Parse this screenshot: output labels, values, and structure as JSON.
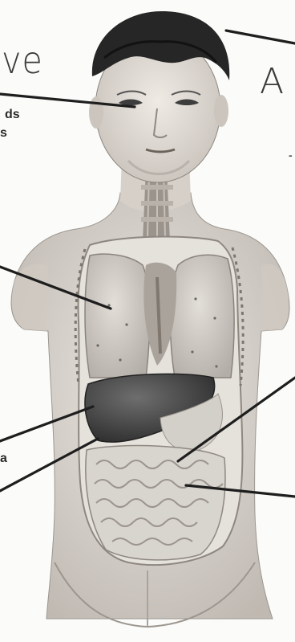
{
  "caption_fragments": {
    "top_left": "ve",
    "top_right": "A",
    "left_line_1": "ds",
    "left_line_2": "s",
    "left_bottom": "a",
    "right_mark": "-"
  },
  "colors": {
    "background": "#fbfbf9",
    "skin": "#d9d4ce",
    "hair": "#242424",
    "lungs": "#c9c5bf",
    "liver": "#4a4a4a",
    "intestines": "#d4d0ca",
    "trachea": "#8f8f8f",
    "leader_line": "#1e1e1e"
  }
}
